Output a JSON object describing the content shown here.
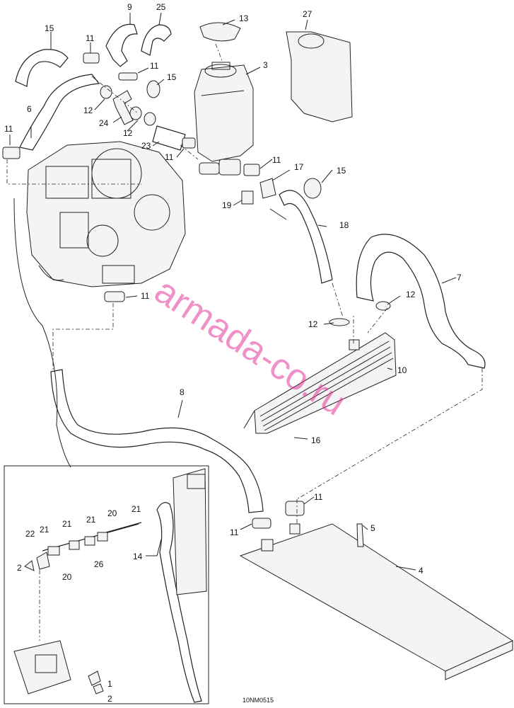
{
  "watermark": "armada-co.ru",
  "drawing_code": "10NM0515",
  "callouts": {
    "c1": "1",
    "c2a": "2",
    "c2b": "2",
    "c3": "3",
    "c4": "4",
    "c5": "5",
    "c6": "6",
    "c7": "7",
    "c8": "8",
    "c9": "9",
    "c10": "10",
    "c11a": "11",
    "c11b": "11",
    "c11c": "11",
    "c11d": "11",
    "c11e": "11",
    "c11f": "11",
    "c11g": "11",
    "c11h": "11",
    "c12a": "12",
    "c12b": "12",
    "c12c": "12",
    "c12d": "12",
    "c13": "13",
    "c14": "14",
    "c15a": "15",
    "c15b": "15",
    "c15c": "15",
    "c16": "16",
    "c17": "17",
    "c18": "18",
    "c19": "19",
    "c20a": "20",
    "c20b": "20",
    "c21a": "21",
    "c21b": "21",
    "c21c": "21",
    "c21d": "21",
    "c22": "22",
    "c23": "23",
    "c24": "24",
    "c25": "25",
    "c26": "26",
    "c27": "27"
  }
}
